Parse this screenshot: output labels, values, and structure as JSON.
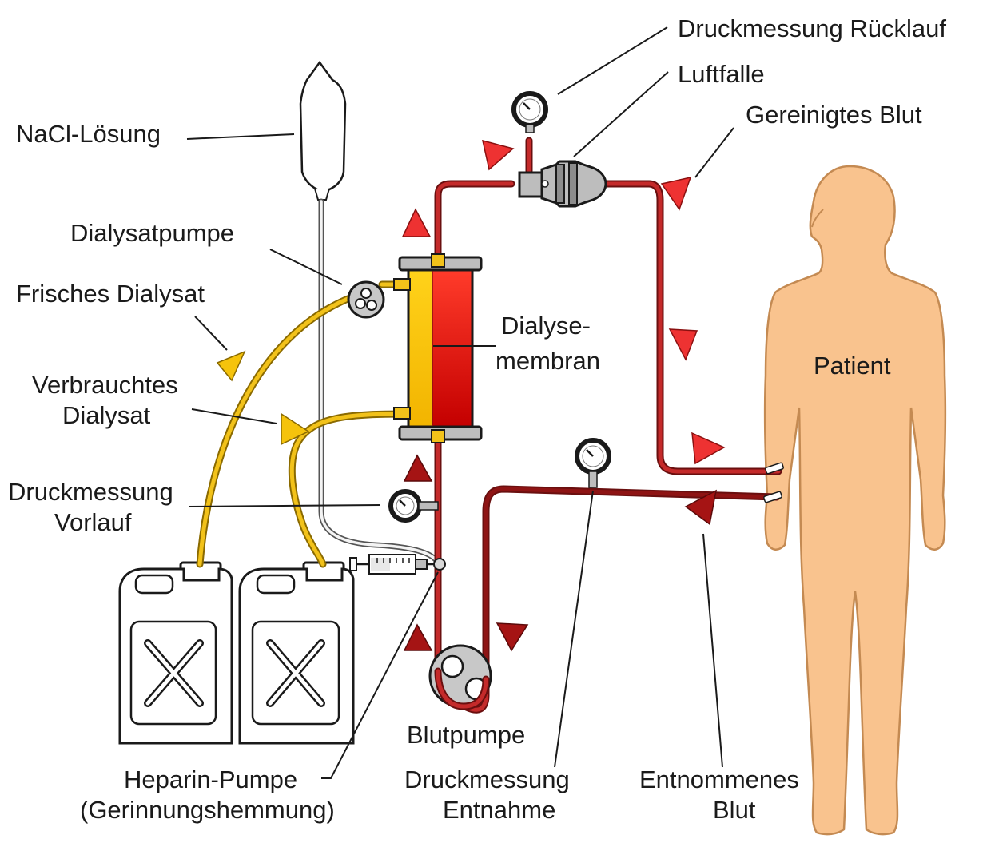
{
  "diagram": {
    "labels": {
      "druckmessung_ruecklauf": "Druckmessung Rücklauf",
      "luftfalle": "Luftfalle",
      "gereinigtes_blut": "Gereinigtes Blut",
      "nacl_loesung": "NaCl-Lösung",
      "dialysatpumpe": "Dialysatpumpe",
      "frisches_dialysat": "Frisches Dialysat",
      "dialysemembran_line1": "Dialyse-",
      "dialysemembran_line2": "membran",
      "patient": "Patient",
      "verbrauchtes_line1": "Verbrauchtes",
      "verbrauchtes_line2": "Dialysat",
      "druckmessung_vorlauf_line1": "Druckmessung",
      "druckmessung_vorlauf_line2": "Vorlauf",
      "blutpumpe": "Blutpumpe",
      "heparin_line1": "Heparin-Pumpe",
      "heparin_line2": "(Gerinnungshemmung)",
      "druckmessung_entnahme_line1": "Druckmessung",
      "druckmessung_entnahme_line2": "Entnahme",
      "entnommenes_line1": "Entnommenes",
      "entnommenes_line2": "Blut"
    },
    "colors": {
      "clean_blood": "#c42a2a",
      "drawn_blood": "#8e1414",
      "dialysate": "#f2c21a",
      "skin": "#f9c38e",
      "arrow_red": "#ee3232",
      "arrow_dark": "#a51414"
    }
  }
}
